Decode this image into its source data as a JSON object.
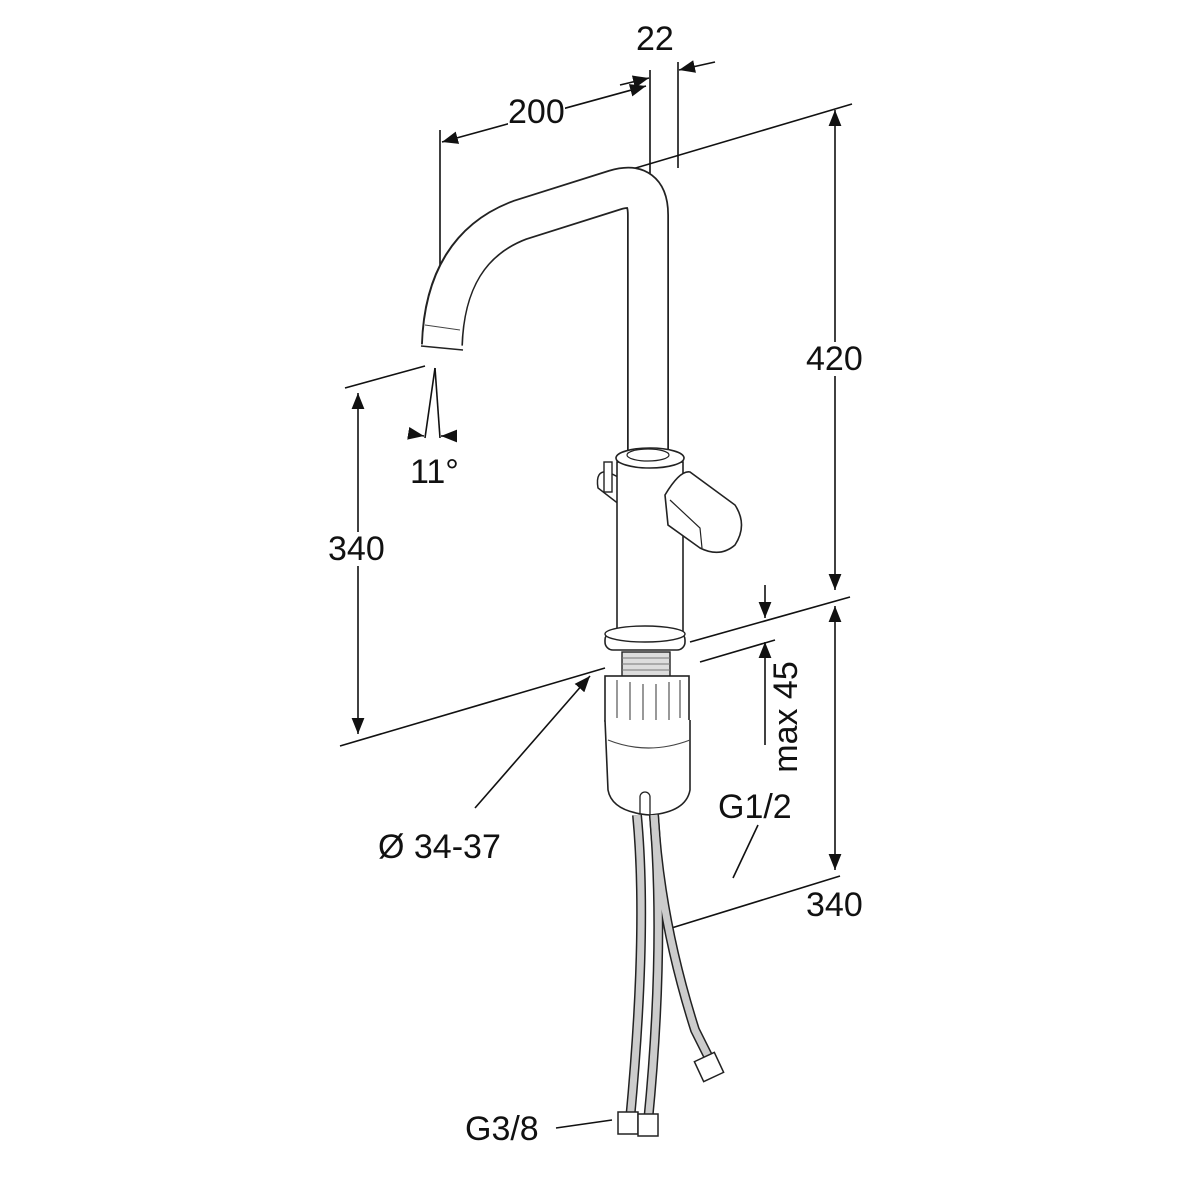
{
  "dimensions": {
    "spout_reach": "200",
    "pipe_diameter": "22",
    "total_height": "420",
    "spout_clearance": "340",
    "spout_angle": "11°",
    "max_deck_thickness": "max 45",
    "hole_diameter": "Ø 34-37",
    "hose_length": "340"
  },
  "connections": {
    "outlet_thread": "G1/2",
    "hose_thread": "G3/8"
  }
}
